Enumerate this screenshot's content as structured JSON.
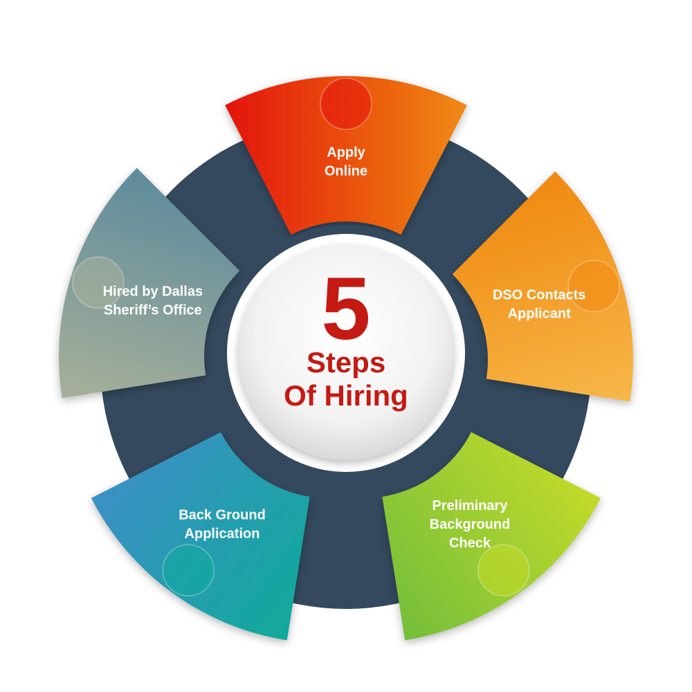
{
  "center": {
    "number": "5",
    "line1": "Steps",
    "line2": "Of Hiring"
  },
  "colors": {
    "ring": "#34495e",
    "accent_text": "#c41a13",
    "label_text": "#ffffff"
  },
  "steps": [
    {
      "lines": [
        "Apply",
        "Online"
      ],
      "colors": [
        "#e3140f",
        "#f08a12"
      ]
    },
    {
      "lines": [
        "DSO Contacts",
        "Applicant"
      ],
      "colors": [
        "#f08a12",
        "#f7b84a"
      ]
    },
    {
      "lines": [
        "Preliminary",
        "Background",
        "Check"
      ],
      "colors": [
        "#c4db2a",
        "#76bf3a"
      ]
    },
    {
      "lines": [
        "Back Ground",
        "Application"
      ],
      "colors": [
        "#11a99b",
        "#3d8fc7"
      ]
    },
    {
      "lines": [
        "Hired by  Dallas",
        "Sheriff’s  Office"
      ],
      "colors": [
        "#a8b09a",
        "#5e8b9c"
      ]
    }
  ]
}
